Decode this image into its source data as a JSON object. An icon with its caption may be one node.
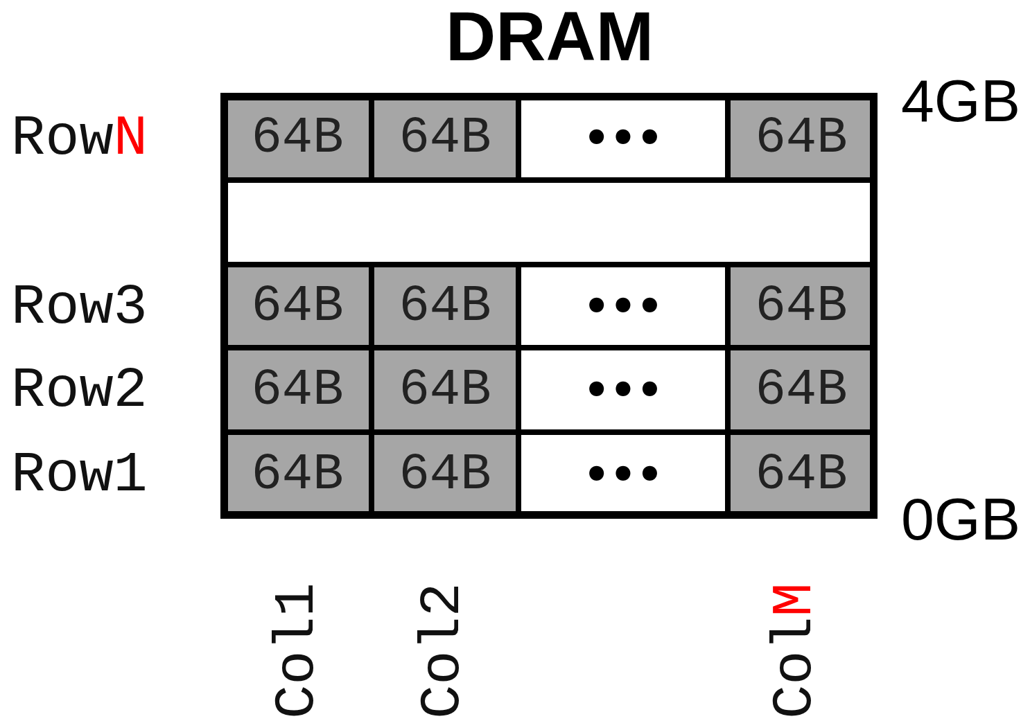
{
  "diagram": {
    "title": "DRAM",
    "labels": [
      "4GB",
      "RowN",
      "64B",
      "64B",
      "•••",
      "64B",
      "Row3",
      "64B",
      "64B",
      "•••",
      "64B",
      "Row2",
      "64B",
      "64B",
      "•••",
      "64B",
      "Row1",
      "64B",
      "64B",
      "•••",
      "64B",
      "0GB",
      "Col1",
      "Col2",
      "ColM"
    ]
  }
}
